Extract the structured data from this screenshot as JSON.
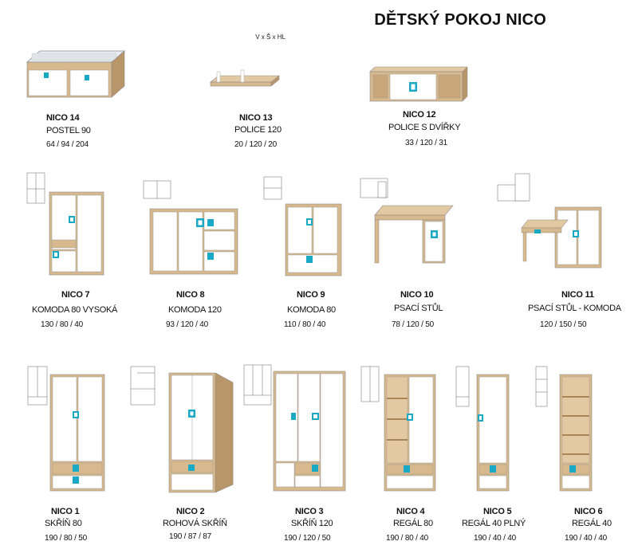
{
  "header": {
    "title": "DĚTSKÝ POKOJ NICO",
    "subtitle": "V x Š x HL"
  },
  "colors": {
    "oak": "#d8b98d",
    "oak_dark": "#b8966a",
    "white": "#ffffff",
    "accent": "#1aa9c4",
    "outline": "#8a8a8a"
  },
  "products": [
    {
      "id": "nico14",
      "name": "NICO 14",
      "desc": "POSTEL 90",
      "dims": "64 / 94 / 204"
    },
    {
      "id": "nico13",
      "name": "NICO 13",
      "desc": "POLICE 120",
      "dims": "20 / 120 / 20"
    },
    {
      "id": "nico12",
      "name": "NICO 12",
      "desc": "POLICE S DVÍŘKY",
      "dims": "33 / 120 / 31"
    },
    {
      "id": "nico7",
      "name": "NICO 7",
      "desc": "KOMODA 80 VYSOKÁ",
      "dims": "130 / 80 / 40"
    },
    {
      "id": "nico8",
      "name": "NICO 8",
      "desc": "KOMODA 120",
      "dims": "93 / 120 / 40"
    },
    {
      "id": "nico9",
      "name": "NICO 9",
      "desc": "KOMODA 80",
      "dims": "110 / 80 / 40"
    },
    {
      "id": "nico10",
      "name": "NICO 10",
      "desc": "PSACÍ STŮL",
      "dims": "78 / 120 / 50"
    },
    {
      "id": "nico11",
      "name": "NICO 11",
      "desc": "PSACÍ STŮL - KOMODA",
      "dims": "120 / 150 / 50"
    },
    {
      "id": "nico1",
      "name": "NICO 1",
      "desc": "SKŘÍŇ 80",
      "dims": "190 / 80 / 50"
    },
    {
      "id": "nico2",
      "name": "NICO 2",
      "desc": "ROHOVÁ SKŘÍŇ",
      "dims": "190 / 87 / 87"
    },
    {
      "id": "nico3",
      "name": "NICO 3",
      "desc": "SKŘÍŇ 120",
      "dims": "190 / 120 / 50"
    },
    {
      "id": "nico4",
      "name": "NICO 4",
      "desc": "REGÁL 80",
      "dims": "190 / 80 / 40"
    },
    {
      "id": "nico5",
      "name": "NICO 5",
      "desc": "REGÁL 40 PLNÝ",
      "dims": "190 / 40 / 40"
    },
    {
      "id": "nico6",
      "name": "NICO 6",
      "desc": "REGÁL 40",
      "dims": "190 / 40 / 40"
    }
  ]
}
